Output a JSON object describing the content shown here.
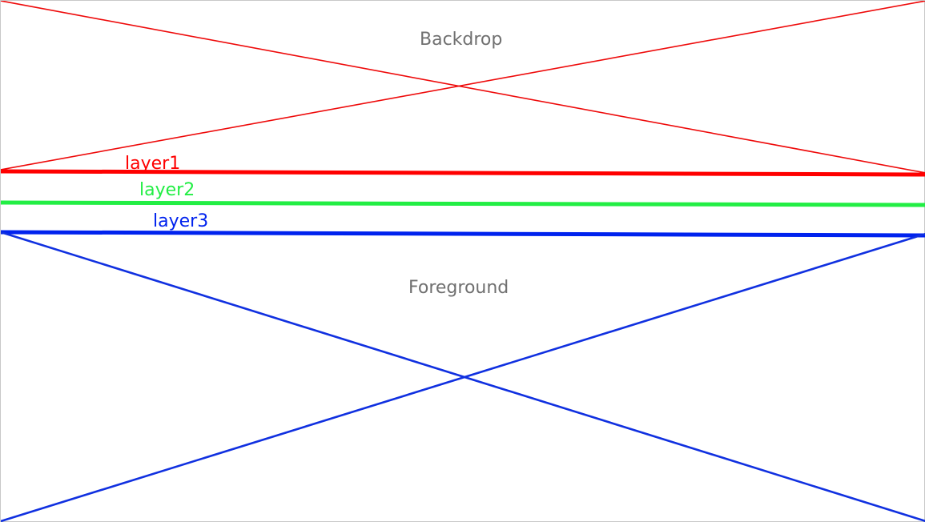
{
  "backdrop": {
    "label": "Backdrop",
    "color": "#ee0a0a"
  },
  "foreground": {
    "label": "Foreground",
    "color": "#1030e0"
  },
  "layers": [
    {
      "label": "layer1",
      "color": "#ff0000"
    },
    {
      "label": "layer2",
      "color": "#22ee44"
    },
    {
      "label": "layer3",
      "color": "#0022ee"
    }
  ],
  "label_color": "#707070"
}
